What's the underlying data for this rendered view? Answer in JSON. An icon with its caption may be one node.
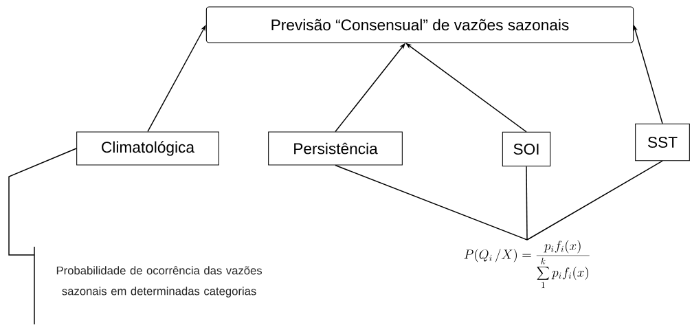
{
  "diagram": {
    "nodes": [
      {
        "text": [
          "Previsão “Consensual” de vazões sazonais"
        ]
      },
      {
        "text": [
          "Climatológica"
        ]
      },
      {
        "text": [
          "Persistência"
        ]
      },
      {
        "text": [
          "SOI"
        ]
      },
      {
        "text": [
          "SST"
        ]
      },
      {
        "text": [
          "P(Q_i\\,/X) = \\frac{p_i f_i(x)}{\\displaystyle\\sum\\limits_{1}^{k} p_i f_i(x)}"
        ]
      },
      {
        "text": [
          "Probabilidade de ocorrência das vazões sazonais em determinadas categorias"
        ]
      }
    ],
    "edges": [
      {
        "from": 1,
        "to": 0,
        "arrow": "to"
      },
      {
        "from": 2,
        "to": 0,
        "arrow": "to"
      },
      {
        "from": 3,
        "to": 0,
        "arrow": "to"
      },
      {
        "from": 4,
        "to": 0,
        "arrow": "to"
      },
      {
        "from": 2,
        "to": 5,
        "arrow": "none"
      },
      {
        "from": 3,
        "to": 5,
        "arrow": "none"
      },
      {
        "from": 4,
        "to": 5,
        "arrow": "none"
      },
      {
        "from": 1,
        "to": 6,
        "arrow": "none"
      }
    ]
  }
}
